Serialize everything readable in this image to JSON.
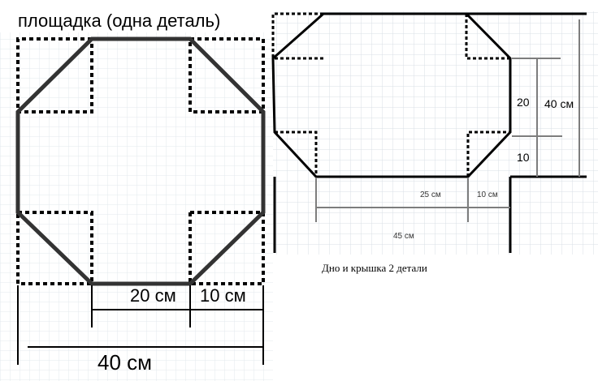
{
  "left_diagram": {
    "title": "площадка (одна деталь)",
    "dim_inner": "20 см",
    "dim_corner": "10 см",
    "dim_total": "40 см"
  },
  "right_diagram": {
    "dim_height_inner": "20",
    "dim_height_total": "40 см",
    "dim_height_corner": "10",
    "dim_width_inner": "25 см",
    "dim_width_corner": "10 см",
    "dim_width_total": "45 см",
    "caption": "Дно и крышка 2 детали"
  },
  "colors": {
    "outline": "#333333",
    "line": "#000000",
    "grid": "#dfe4ea",
    "background": "#ffffff"
  }
}
